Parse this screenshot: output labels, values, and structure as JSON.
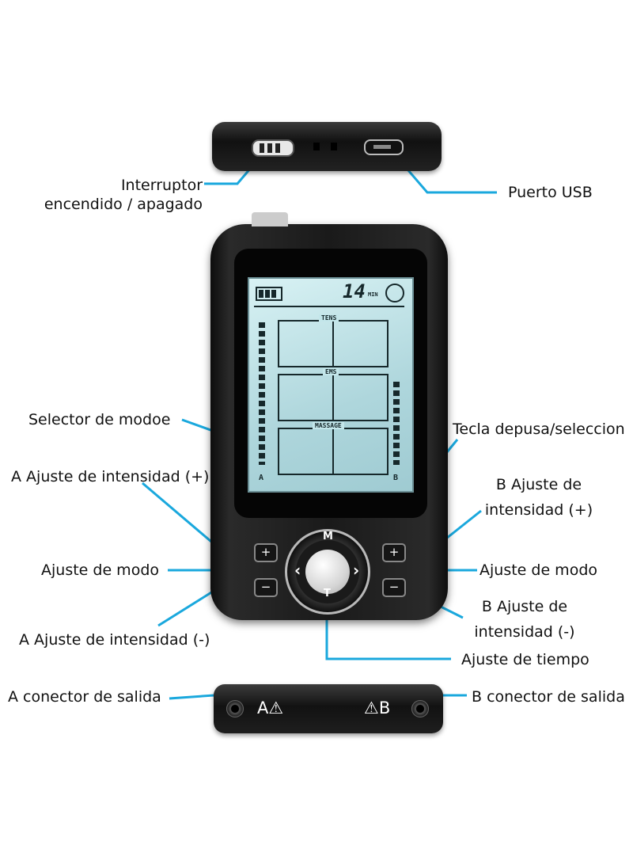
{
  "labels": {
    "power_switch": "Interruptor\nencendido / apagado",
    "usb_port": "Puerto USB",
    "mode_selector": "Selector de modoe",
    "pause_key": "Tecla depusa/seleccion",
    "a_intensity_plus": "A Ajuste de intensidad (+)",
    "b_intensity_plus": "B Ajuste de\nintensidad (+)",
    "mode_adjust_left": "Ajuste de modo",
    "mode_adjust_right": "Ajuste de modo",
    "b_intensity_minus": "B Ajuste de\nintensidad (-)",
    "a_intensity_minus": "A Ajuste de intensidad (-)",
    "time_adjust": "Ajuste de tiempo",
    "a_output": "A conector de salida",
    "b_output": "B conector de salida"
  },
  "device": {
    "lcd_time": "14",
    "lcd_time_unit": "MIN",
    "lcd_sections": [
      "TENS",
      "EMS",
      "MASSAGE"
    ],
    "lcd_channel_a": "A",
    "lcd_channel_b": "B",
    "btn_plus": "+",
    "btn_minus": "−",
    "dpad_m": "M",
    "dpad_t": "T",
    "dpad_left": "‹",
    "dpad_right": "›",
    "port_a": "A⚠",
    "port_b": "⚠B"
  },
  "colors": {
    "leader_line": "#1aa8dd",
    "device_body": "#1a1a1a",
    "lcd": "#b8e0e5"
  }
}
